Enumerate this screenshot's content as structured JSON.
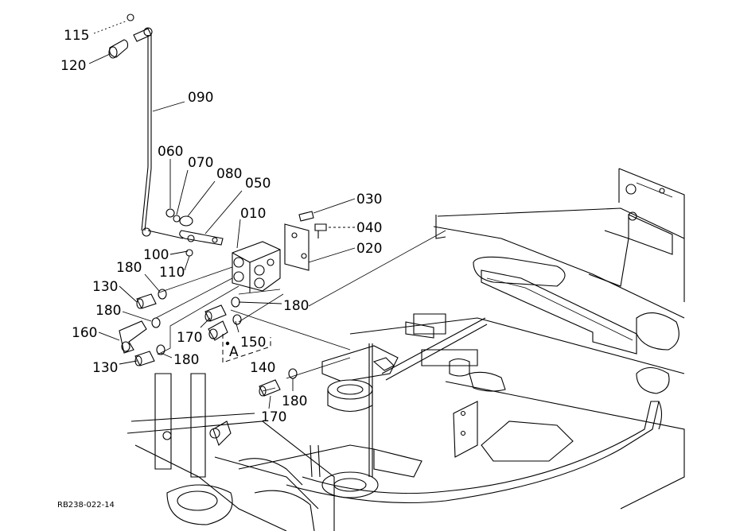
{
  "drawing_code": "RB238-022-14",
  "view_marker": "A",
  "callouts": [
    {
      "id": "115",
      "text": "115"
    },
    {
      "id": "120",
      "text": "120"
    },
    {
      "id": "090",
      "text": "090"
    },
    {
      "id": "060",
      "text": "060"
    },
    {
      "id": "070",
      "text": "070"
    },
    {
      "id": "080",
      "text": "080"
    },
    {
      "id": "050",
      "text": "050"
    },
    {
      "id": "010",
      "text": "010"
    },
    {
      "id": "030",
      "text": "030"
    },
    {
      "id": "040",
      "text": "040"
    },
    {
      "id": "020",
      "text": "020"
    },
    {
      "id": "100",
      "text": "100"
    },
    {
      "id": "110",
      "text": "110"
    },
    {
      "id": "180a",
      "text": "180"
    },
    {
      "id": "130a",
      "text": "130"
    },
    {
      "id": "180b",
      "text": "180"
    },
    {
      "id": "180c",
      "text": "180"
    },
    {
      "id": "160",
      "text": "160"
    },
    {
      "id": "170a",
      "text": "170"
    },
    {
      "id": "150",
      "text": "150"
    },
    {
      "id": "130b",
      "text": "130"
    },
    {
      "id": "180d",
      "text": "180"
    },
    {
      "id": "140",
      "text": "140"
    },
    {
      "id": "180e",
      "text": "180"
    },
    {
      "id": "170b",
      "text": "170"
    }
  ]
}
